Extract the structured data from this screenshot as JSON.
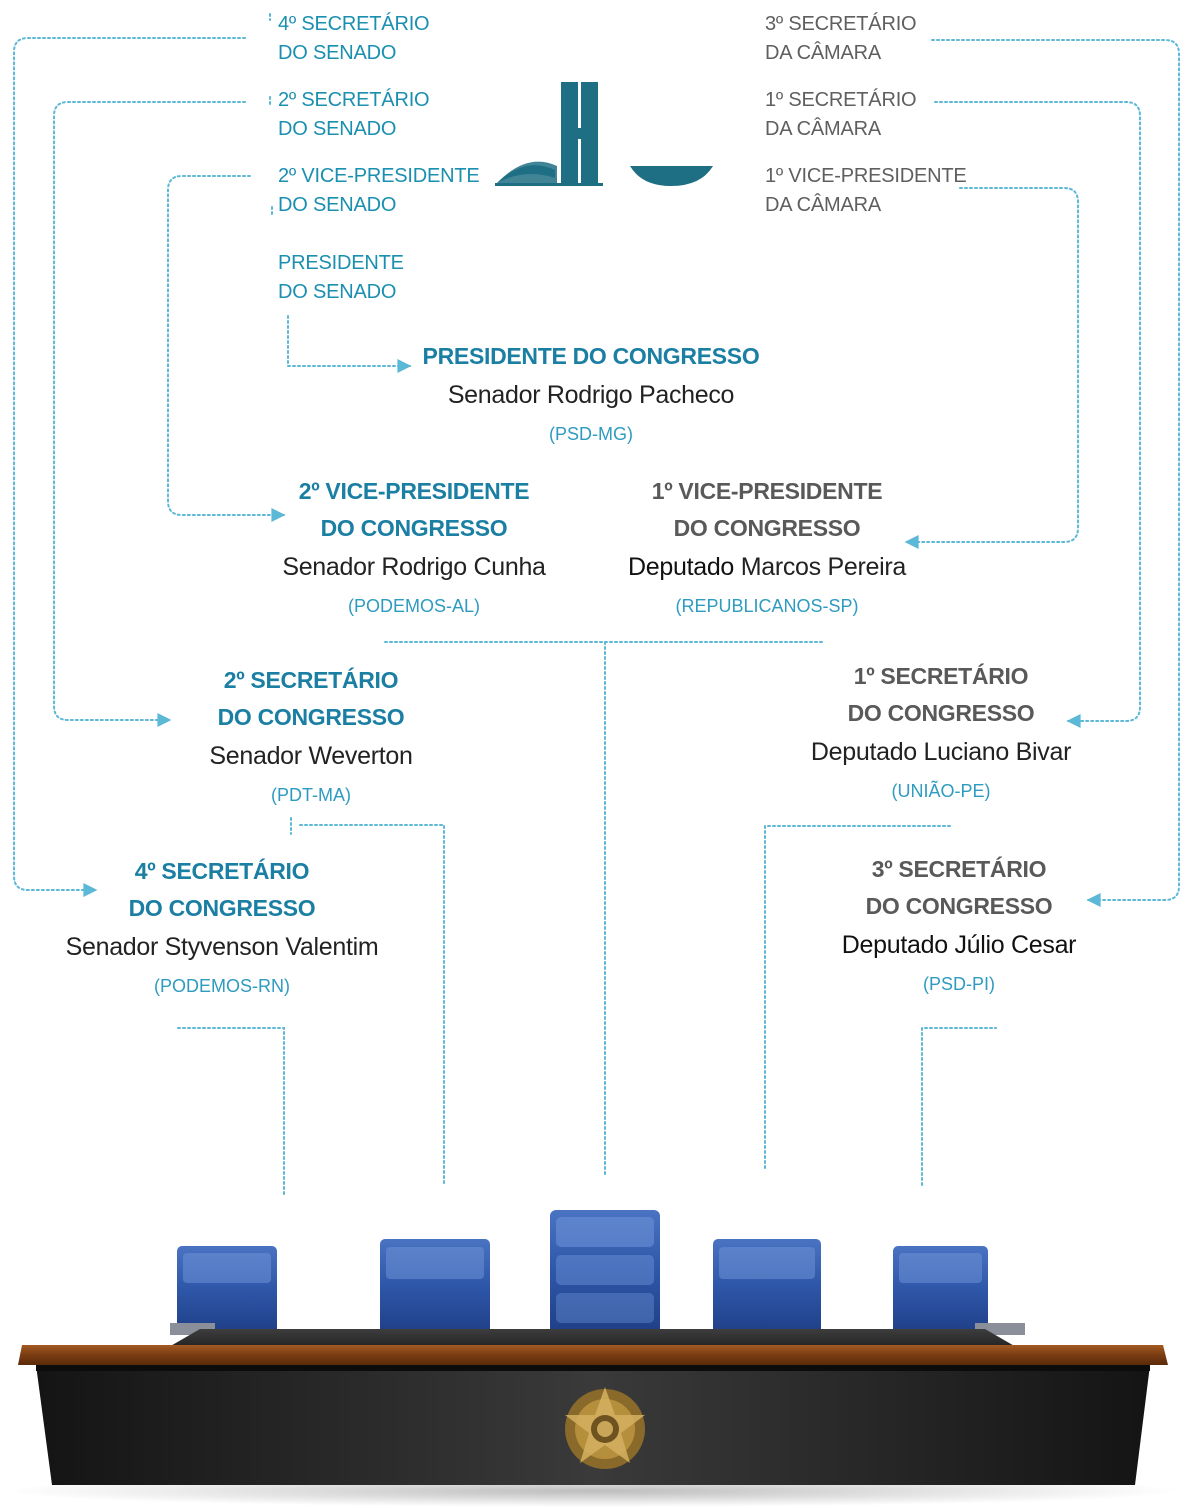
{
  "sources": {
    "senado_4sec": {
      "line1": "4º SECRETÁRIO",
      "line2": "DO SENADO"
    },
    "senado_2sec": {
      "line1": "2º SECRETÁRIO",
      "line2": "DO SENADO"
    },
    "senado_2vp": {
      "line1": "2º VICE-PRESIDENTE",
      "line2": "DO SENADO"
    },
    "senado_pres": {
      "line1": "PRESIDENTE",
      "line2": "DO SENADO"
    },
    "camara_3sec": {
      "line1": "3º SECRETÁRIO",
      "line2": "DA CÂMARA"
    },
    "camara_1sec": {
      "line1": "1º SECRETÁRIO",
      "line2": "DA CÂMARA"
    },
    "camara_1vp": {
      "line1": "1º VICE-PRESIDENTE",
      "line2": "DA CÂMARA"
    }
  },
  "roles": {
    "presidente": {
      "title": "PRESIDENTE DO CONGRESSO",
      "name": "Senador Rodrigo Pacheco",
      "party": "(PSD-MG)"
    },
    "vp2": {
      "title1": "2º VICE-PRESIDENTE",
      "title2": "DO CONGRESSO",
      "name": "Senador Rodrigo Cunha",
      "party": "(PODEMOS-AL)"
    },
    "vp1": {
      "title1": "1º VICE-PRESIDENTE",
      "title2": "DO CONGRESSO",
      "name_prefix": "Deputado",
      "name": "Marcos Pereira",
      "party": "(REPUBLICANOS-SP)"
    },
    "sec2": {
      "title1": "2º SECRETÁRIO",
      "title2": "DO CONGRESSO",
      "name": "Senador Weverton",
      "party": "(PDT-MA)"
    },
    "sec1": {
      "title1": "1º SECRETÁRIO",
      "title2": "DO CONGRESSO",
      "name": "Deputado Luciano Bivar",
      "party": "(UNIÃO-PE)"
    },
    "sec4": {
      "title1": "4º SECRETÁRIO",
      "title2": "DO CONGRESSO",
      "name": "Senador Styvenson Valentim",
      "party": "(PODEMOS-RN)"
    },
    "sec3": {
      "title1": "3º SECRETÁRIO",
      "title2": "DO CONGRESSO",
      "name": "Deputado Júlio Cesar",
      "party": "(PSD-PI)"
    }
  },
  "colors": {
    "senado": "#1a7fa3",
    "camara": "#595959",
    "connector": "#5bb8d6",
    "logo": "#1f6f84",
    "wood": "#7a3d12",
    "seat": "#2e56a8"
  },
  "icons": {
    "logo": "congresso-nacional-logo-icon",
    "bench": "mesa-diretora-bench-illustration",
    "coat_of_arms": "brazil-coat-of-arms-icon"
  }
}
